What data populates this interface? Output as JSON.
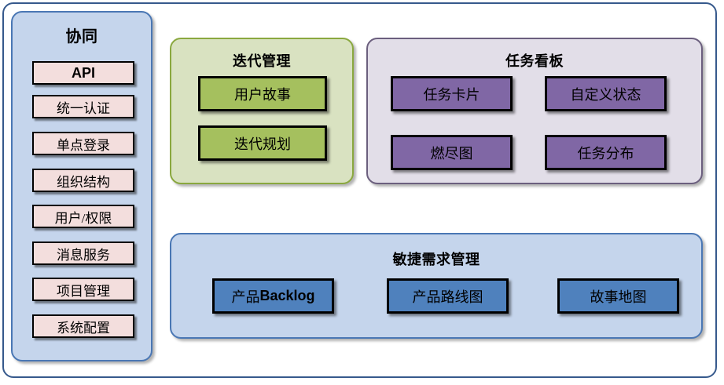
{
  "diagram": {
    "frame_border_color": "#36598c",
    "background": "#ffffff"
  },
  "sidebar": {
    "title": "协同",
    "panel_color": "#c5d5ec",
    "panel_border_color": "#4a77b4",
    "item_color": "#f3dedd",
    "items": [
      {
        "label": "API",
        "style": "latin-bold"
      },
      {
        "label": "统一认证",
        "style": "cjk"
      },
      {
        "label": "单点登录",
        "style": "cjk"
      },
      {
        "label": "组织结构",
        "style": "cjk"
      },
      {
        "label": "用户/权限",
        "style": "cjk"
      },
      {
        "label": "消息服务",
        "style": "cjk"
      },
      {
        "label": "项目管理",
        "style": "cjk"
      },
      {
        "label": "系统配置",
        "style": "cjk"
      }
    ]
  },
  "iteration": {
    "title": "迭代管理",
    "panel_color": "#d9e2c1",
    "panel_border_color": "#8aa83f",
    "item_color": "#a5c05e",
    "items": [
      {
        "label": "用户故事"
      },
      {
        "label": "迭代规划"
      }
    ]
  },
  "taskboard": {
    "title": "任务看板",
    "panel_color": "#e2dee8",
    "panel_border_color": "#6b5f7e",
    "item_color": "#8067a5",
    "items": [
      {
        "label": "任务卡片"
      },
      {
        "label": "自定义状态"
      },
      {
        "label": "燃尽图"
      },
      {
        "label": "任务分布"
      }
    ]
  },
  "agile": {
    "title": "敏捷需求管理",
    "panel_color": "#c5d5ec",
    "panel_border_color": "#4a77b4",
    "item_color": "#4f81bd",
    "items": [
      {
        "label_cjk": "产品",
        "label_latin": "Backlog",
        "label": "产品Backlog"
      },
      {
        "label": "产品路线图"
      },
      {
        "label": "故事地图"
      }
    ]
  }
}
